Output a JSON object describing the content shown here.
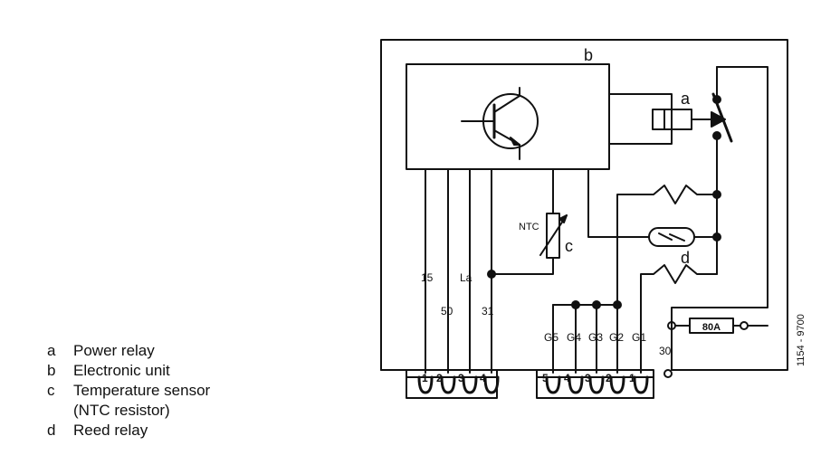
{
  "legend": [
    {
      "key": "a",
      "text": "Power relay"
    },
    {
      "key": "b",
      "text": "Electronic unit"
    },
    {
      "key": "c",
      "text": "Temperature sensor"
    },
    {
      "key": "",
      "text": "(NTC resistor)"
    },
    {
      "key": "d",
      "text": "Reed relay"
    }
  ],
  "diagram": {
    "ref_number": "1154 - 9700",
    "labels": {
      "a": "a",
      "b": "b",
      "c": "c",
      "d": "d",
      "ntc": "NTC"
    },
    "wires": {
      "w15": "15",
      "w50": "50",
      "wLa": "La",
      "w31": "31",
      "g5": "G5",
      "g4": "G4",
      "g3": "G3",
      "g2": "G2",
      "g1": "G1",
      "t30": "30"
    },
    "fuse": "80A",
    "left_connector": [
      "1",
      "2",
      "3",
      "4"
    ],
    "right_connector": [
      "5",
      "4",
      "3",
      "2",
      "1"
    ]
  }
}
